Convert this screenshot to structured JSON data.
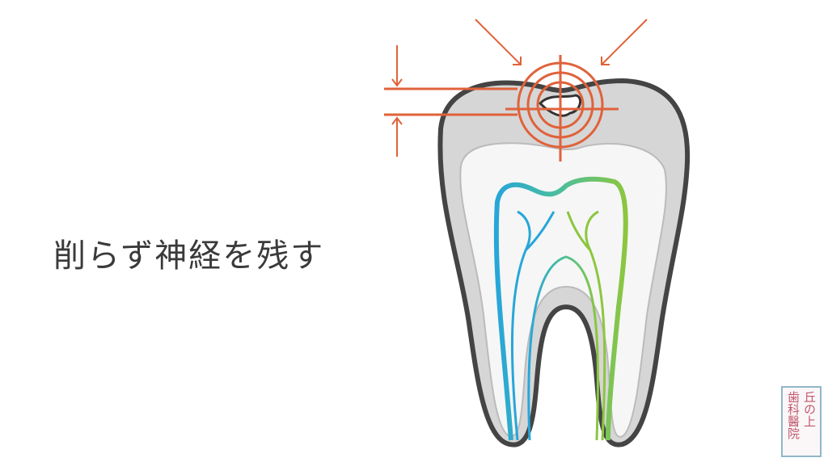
{
  "caption": "削らず神経を残す",
  "logo": {
    "line1": "丘の上",
    "line2": "歯科醫院"
  },
  "colors": {
    "target": "#e0623a",
    "enamel": "#d9d9d9",
    "outline": "#444444",
    "nerve_blue": "#27a6d9",
    "nerve_green": "#8cc63f"
  }
}
